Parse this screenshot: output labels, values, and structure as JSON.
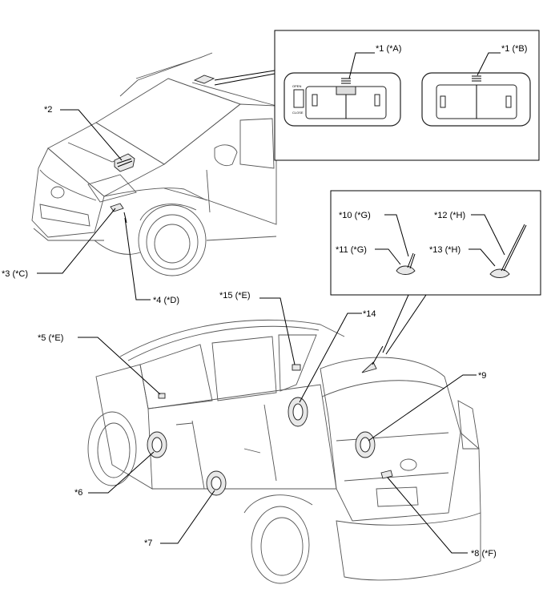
{
  "labels": {
    "l1a": "*1 (*A)",
    "l1b": "*1 (*B)",
    "l2": "*2",
    "l3": "*3 (*C)",
    "l4": "*4 (*D)",
    "l5": "*5 (*E)",
    "l6": "*6",
    "l7": "*7",
    "l8": "*8 (*F)",
    "l9": "*9",
    "l10": "*10 (*G)",
    "l11": "*11 (*G)",
    "l12": "*12 (*H)",
    "l13": "*13 (*H)",
    "l14": "*14",
    "l15": "*15 (*E)"
  },
  "colors": {
    "line": "#000000",
    "car_outline": "#555555",
    "part_fill": "#e8e8e8"
  }
}
